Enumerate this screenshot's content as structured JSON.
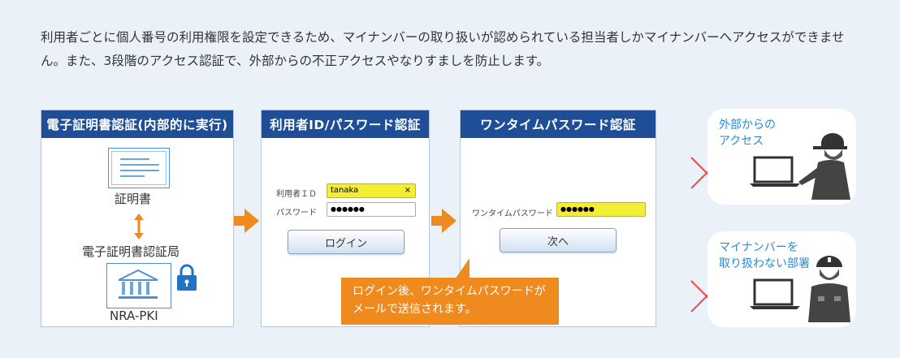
{
  "intro": "利用者ごとに個人番号の利用権限を設定できるため、マイナンバーの取り扱いが認められている担当者しかマイナンバーへアクセスができません。また、3段階のアクセス認証で、外部からの不正アクセスやなりすましを防止します。",
  "step1": {
    "title": "電子証明書認証(内部的に実行)",
    "certificate_label": "証明書",
    "authority_label": "電子証明書認証局",
    "pki_label": "NRA-PKI"
  },
  "step2": {
    "title": "利用者ID/パスワード認証",
    "user_id_label": "利用者ＩＤ",
    "user_id_value": "tanaka",
    "password_label": "パスワード",
    "password_value": "●●●●●●",
    "login_button": "ログイン"
  },
  "step3": {
    "title": "ワンタイムパスワード認証",
    "otp_label": "ワンタイムパスワード",
    "otp_value": "●●●●●●",
    "next_button": "次へ"
  },
  "callout": {
    "line1": "ログイン後、ワンタイムパスワードが",
    "line2": "メールで送信されます。"
  },
  "deny": [
    {
      "text": "外部からの\nアクセス"
    },
    {
      "text": "マイナンバーを\n取り扱わない部署"
    }
  ],
  "colors": {
    "header_blue": "#1f4e96",
    "accent_orange": "#ef8a1f",
    "deny_red": "#e94b4b",
    "field_yellow": "#f3ee34",
    "text_blue": "#2a8bd8"
  }
}
